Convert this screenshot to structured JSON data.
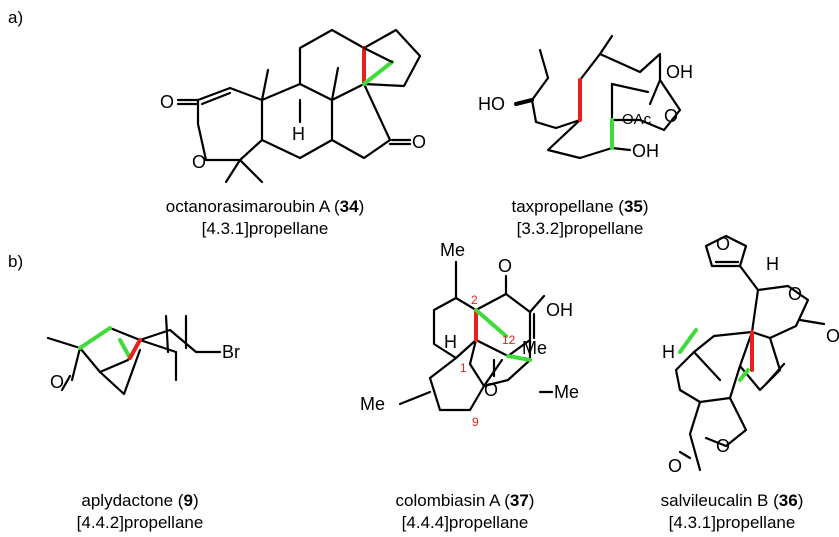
{
  "panels": {
    "a": "a)",
    "b": "b)"
  },
  "compounds": [
    {
      "name": "octanorasimaroubin A",
      "number": "34",
      "propellane": "[4.3.1]propellane"
    },
    {
      "name": "taxpropellane",
      "number": "35",
      "propellane": "[3.3.2]propellane"
    },
    {
      "name": "aplydactone",
      "number": "9",
      "propellane": "[4.4.2]propellane"
    },
    {
      "name": "colombiasin A",
      "number": "37",
      "propellane": "[4.4.4]propellane"
    },
    {
      "name": "salvileucalin B",
      "number": "36",
      "propellane": "[4.3.1]propellane"
    }
  ],
  "atom_labels": {
    "octanorasimaroubin": {
      "o_carbonyl": "O",
      "o_ring": "O",
      "h": "H",
      "o_ketone": "O"
    },
    "taxpropellane": {
      "ho": "HO",
      "oh_top": "OH",
      "oac": "OAc",
      "o_ring": "O",
      "oh_bottom": "OH"
    },
    "aplydactone": {
      "o": "O",
      "br": "Br"
    },
    "colombiasin": {
      "o_top": "O",
      "oh": "OH",
      "h": "H",
      "me_top": "Me",
      "me_left": "Me",
      "me_right": "Me",
      "me_bottom_right": "Me",
      "o_mid": "O",
      "n2": "2",
      "n12": "12",
      "n1": "1",
      "n9": "9"
    },
    "salvileucalin": {
      "o_furan": "O",
      "h_top": "H",
      "o_lactone": "O",
      "o_carbonyl": "O",
      "h_left": "H",
      "o_lower": "O",
      "o_lower_carbonyl": "O"
    }
  }
}
